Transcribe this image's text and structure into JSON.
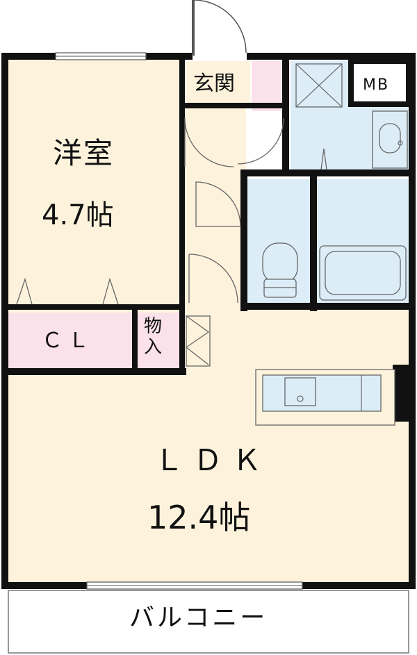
{
  "rooms": {
    "western_room": {
      "name": "洋室",
      "size": "4.7帖"
    },
    "closet": {
      "name": "ＣＬ"
    },
    "storage": {
      "name": "物入"
    },
    "entrance": {
      "name": "玄関"
    },
    "meter_box": {
      "name": "MB"
    },
    "ldk": {
      "name": "ＬＤＫ",
      "size": "12.4帖"
    },
    "balcony": {
      "name": "バルコニー"
    }
  },
  "colors": {
    "wall": "#111111",
    "living_floor": "#fdf3dc",
    "closet_floor": "#fbe1ea",
    "wet_area_floor": "#dcedf8",
    "balcony_floor": "#ffffff",
    "outline": "#777777"
  }
}
